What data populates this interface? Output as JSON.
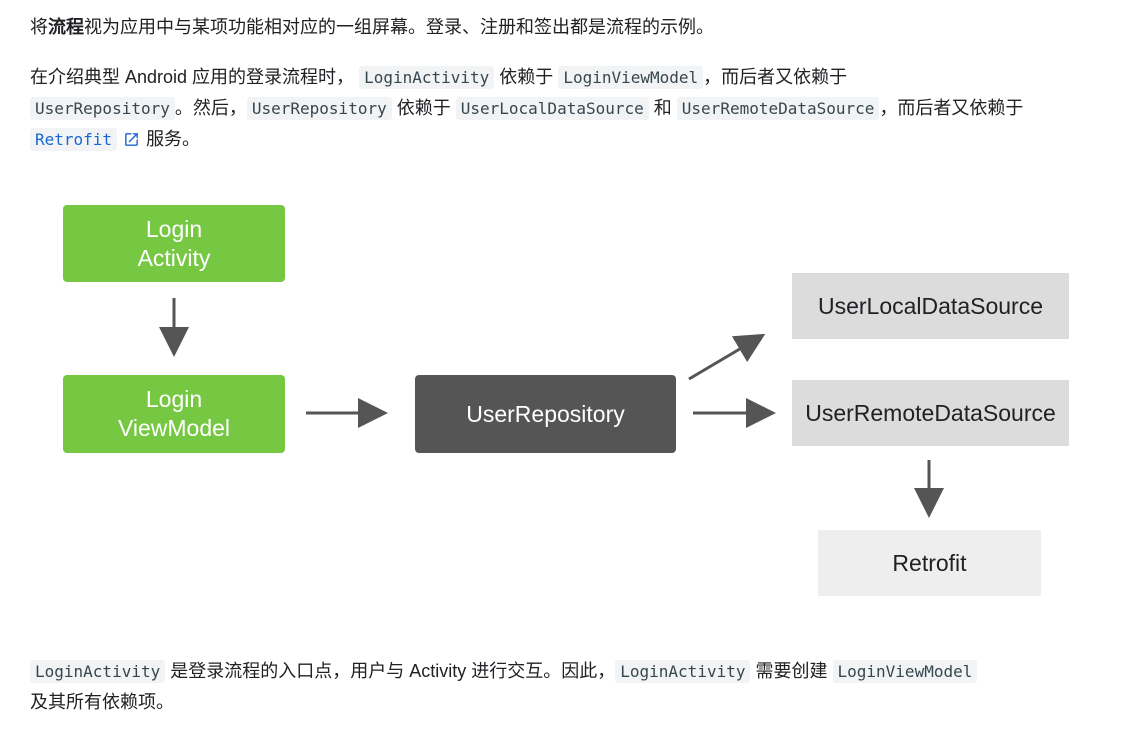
{
  "para1": {
    "prefix": "将",
    "bold": "流程",
    "suffix": "视为应用中与某项功能相对应的一组屏幕。登录、注册和签出都是流程的示例。"
  },
  "para2": {
    "t1": "在介绍典型 Android 应用的登录流程时，",
    "c1": "LoginActivity",
    "t2": " 依赖于 ",
    "c2": "LoginViewModel",
    "t3": "，而后者又依赖于",
    "c3": "UserRepository",
    "t4": "。然后，",
    "c4": "UserRepository",
    "t5": " 依赖于 ",
    "c5": "UserLocalDataSource",
    "t6": " 和 ",
    "c6": "UserRemoteDataSource",
    "t7": "，而后者又依赖于 ",
    "c7": "Retrofit",
    "t8": "服务。"
  },
  "diagram": {
    "login_activity": [
      "Login",
      "Activity"
    ],
    "login_viewmodel": [
      "Login",
      "ViewModel"
    ],
    "user_repository": "UserRepository",
    "user_local_data_source": "UserLocalDataSource",
    "user_remote_data_source": "UserRemoteDataSource",
    "retrofit": "Retrofit"
  },
  "para3": {
    "c1": "LoginActivity",
    "t1": " 是登录流程的入口点，用户与 Activity 进行交互。因此，",
    "c2": "LoginActivity",
    "t2": " 需要创建 ",
    "c3": "LoginViewModel",
    "t3": "及其所有依赖项。"
  },
  "colors": {
    "green": "#76c843",
    "dark": "#555555",
    "light_gray": "#dcdcdc",
    "lighter_gray": "#eeeeee",
    "link": "#1967d2"
  },
  "icons": [
    "external-link-icon",
    "arrow-icon"
  ]
}
